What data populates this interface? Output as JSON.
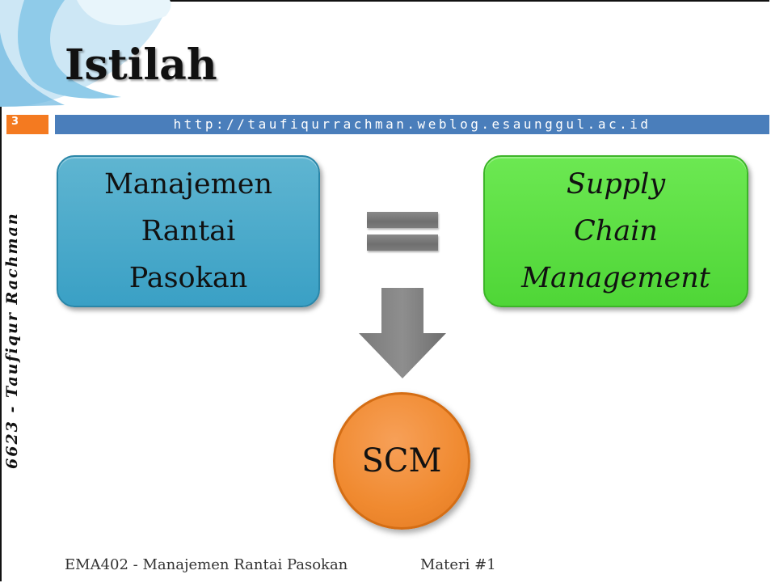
{
  "header": {
    "title": "Istilah",
    "slide_number": "3",
    "url": "http://taufiqurrachman.weblog.esaunggul.ac.id"
  },
  "sidebar": {
    "author_text": "6623 - Taufiqur Rachman"
  },
  "diagram": {
    "left_box": {
      "lines": [
        "Manajemen",
        "Rantai",
        "Pasokan"
      ]
    },
    "right_box": {
      "lines": [
        "Supply",
        "Chain",
        "Management"
      ]
    },
    "circle": {
      "label": "SCM"
    }
  },
  "footer": {
    "course": "EMA402 - Manajemen Rantai Pasokan",
    "material": "Materi #1"
  },
  "colors": {
    "left_box": "#3aa0c5",
    "right_box": "#4fd637",
    "circle": "#f08a30",
    "url_bar": "#4a7ebb",
    "number_box": "#f47a20"
  }
}
